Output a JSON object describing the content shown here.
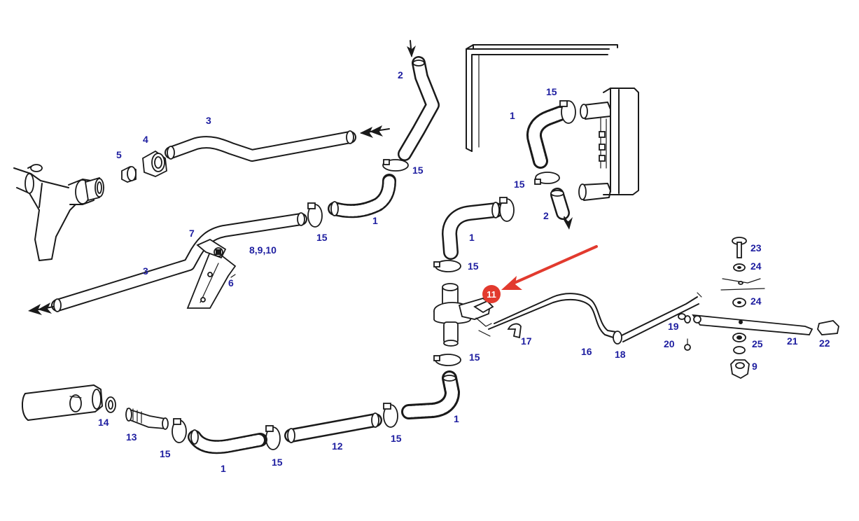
{
  "diagram": {
    "label_color": "#1e1ea0",
    "callout_color": "#e23a2e",
    "line_color": "#1a1a1a",
    "labels": [
      {
        "key": "l2a",
        "text": "2"
      },
      {
        "key": "l3a",
        "text": "3"
      },
      {
        "key": "l4",
        "text": "4"
      },
      {
        "key": "l5",
        "text": "5"
      },
      {
        "key": "l15a",
        "text": "15"
      },
      {
        "key": "l1a",
        "text": "1"
      },
      {
        "key": "l15b",
        "text": "15"
      },
      {
        "key": "l7",
        "text": "7"
      },
      {
        "key": "l8910",
        "text": "8,9,10"
      },
      {
        "key": "l6",
        "text": "6"
      },
      {
        "key": "l3b",
        "text": "3"
      },
      {
        "key": "l15c",
        "text": "15"
      },
      {
        "key": "l1b",
        "text": "1"
      },
      {
        "key": "l15d",
        "text": "15"
      },
      {
        "key": "l2b",
        "text": "2"
      },
      {
        "key": "l1c",
        "text": "1"
      },
      {
        "key": "l15e",
        "text": "15"
      },
      {
        "key": "l15f",
        "text": "15"
      },
      {
        "key": "l17",
        "text": "17"
      },
      {
        "key": "l16",
        "text": "16"
      },
      {
        "key": "l18",
        "text": "18"
      },
      {
        "key": "l19",
        "text": "19"
      },
      {
        "key": "l20",
        "text": "20"
      },
      {
        "key": "l21",
        "text": "21"
      },
      {
        "key": "l22",
        "text": "22"
      },
      {
        "key": "l23",
        "text": "23"
      },
      {
        "key": "l24a",
        "text": "24"
      },
      {
        "key": "l24b",
        "text": "24"
      },
      {
        "key": "l25",
        "text": "25"
      },
      {
        "key": "l9",
        "text": "9"
      },
      {
        "key": "l1d",
        "text": "1"
      },
      {
        "key": "l15g",
        "text": "15"
      },
      {
        "key": "l12",
        "text": "12"
      },
      {
        "key": "l15h",
        "text": "15"
      },
      {
        "key": "l15i",
        "text": "15"
      },
      {
        "key": "l1e",
        "text": "1"
      },
      {
        "key": "l13",
        "text": "13"
      },
      {
        "key": "l14",
        "text": "14"
      }
    ],
    "callout": {
      "text": "11"
    },
    "icons": [
      "arrow-head-icon",
      "hose-clamp-icon",
      "heater-valve-icon",
      "bolt-icon",
      "washer-icon",
      "nut-icon",
      "knob-icon"
    ]
  }
}
